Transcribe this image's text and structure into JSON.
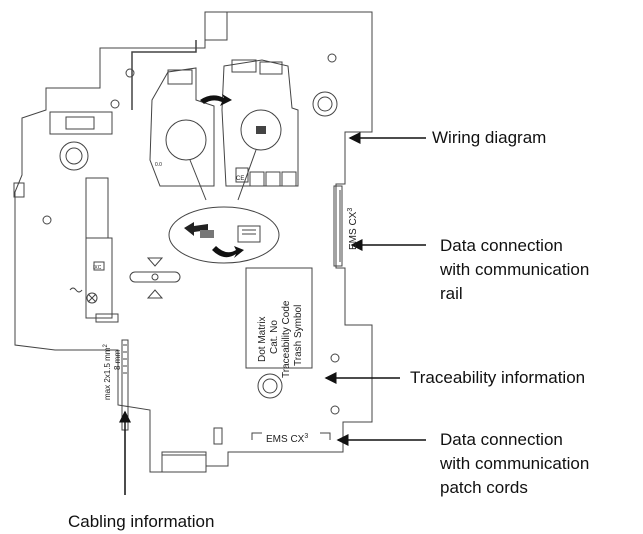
{
  "callouts": {
    "wiring_diagram": "Wiring diagram",
    "data_connection_rail": [
      "Data connection",
      "with communication",
      "rail"
    ],
    "traceability": "Traceability information",
    "data_connection_patch": [
      "Data connection",
      "with communication",
      "patch cords"
    ],
    "cabling": "Cabling information"
  },
  "device_labels": {
    "ems_vertical": "EMS CX",
    "ems_vertical_sup": "3",
    "ems_bottom": "EMS CX",
    "ems_bottom_sup": "3",
    "dot_matrix": [
      "Dot Matrix",
      "Cat. No",
      "Traceability Code",
      "Trash Symbol"
    ],
    "strip_length": "8 mm",
    "wire_section": "max 2x1.5 mm",
    "wire_section_sup": "2",
    "ce_mark": "CE",
    "small_label": "IXC",
    "small_label_2": "0.0"
  },
  "colors": {
    "line": "#333333",
    "text": "#111111",
    "background": "#ffffff"
  }
}
